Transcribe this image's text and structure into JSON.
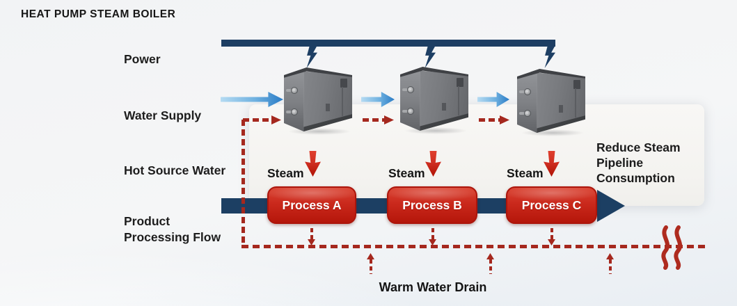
{
  "title": "HEAT PUMP STEAM BOILER",
  "rows": {
    "power": "Power",
    "water_supply": "Water Supply",
    "hot_source_water": "Hot Source Water",
    "product_line1": "Product",
    "product_line2": "Processing Flow"
  },
  "steam_labels": [
    "Steam",
    "Steam",
    "Steam"
  ],
  "processes": [
    {
      "label": "Process A"
    },
    {
      "label": "Process B"
    },
    {
      "label": "Process C"
    }
  ],
  "annotation": {
    "line1": "Reduce Steam",
    "line2": "Pipeline",
    "line3": "Consumption"
  },
  "drain_label": "Warm Water Drain",
  "icons": {
    "power_bolt": "lightning-bolt",
    "steam_release": "steam-squiggle",
    "water_flow": "right-arrow",
    "steam_down": "down-arrow"
  },
  "colors": {
    "navy": "#1c3f63",
    "process_red_top": "#da4433",
    "process_red_bottom": "#b5160a",
    "drain_red": "#a5281e",
    "steam_red": "#cf2f22",
    "water_blue_light": "#b5dbf2",
    "water_blue_dark": "#2a7cc6",
    "panel_bg": "#f4f3f0",
    "text": "#1d1d1d"
  }
}
